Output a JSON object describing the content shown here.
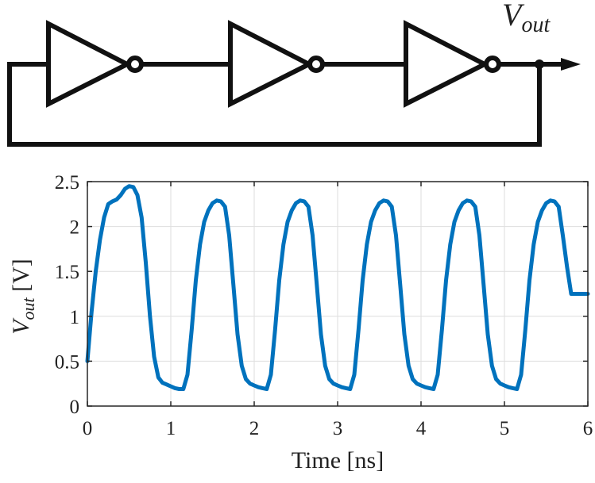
{
  "schematic": {
    "output_label": {
      "main": "V",
      "sub": "out"
    },
    "stages": [
      "inverter",
      "inverter",
      "inverter"
    ],
    "topology": "ring-oscillator"
  },
  "chart_data": {
    "type": "line",
    "title": "",
    "xlabel": "Time [ns]",
    "ylabel": {
      "main": "V",
      "sub": "out",
      "units": " [V]"
    },
    "xlim": [
      0,
      6
    ],
    "ylim": [
      0,
      2.5
    ],
    "xticks": [
      "0",
      "1",
      "2",
      "3",
      "4",
      "5",
      "6"
    ],
    "yticks": [
      "0",
      "0.5",
      "1",
      "1.5",
      "2",
      "2.5"
    ],
    "grid": true,
    "legend": "none",
    "series": [
      {
        "color": "#0072BD",
        "x": [
          0,
          0.05,
          0.1,
          0.15,
          0.2,
          0.25,
          0.3,
          0.35,
          0.4,
          0.45,
          0.5,
          0.55,
          0.6,
          0.65,
          0.7,
          0.75,
          0.8,
          0.85,
          0.9,
          0.95,
          1.0,
          1.05,
          1.1,
          1.15,
          1.2,
          1.25,
          1.3,
          1.35,
          1.4,
          1.45,
          1.5,
          1.55,
          1.6,
          1.65,
          1.7,
          1.75,
          1.8,
          1.85,
          1.9,
          1.95,
          2.0,
          2.05,
          2.1,
          2.15,
          2.2,
          2.25,
          2.3,
          2.35,
          2.4,
          2.45,
          2.5,
          2.55,
          2.6,
          2.65,
          2.7,
          2.75,
          2.8,
          2.85,
          2.9,
          2.95,
          3.0,
          3.05,
          3.1,
          3.15,
          3.2,
          3.25,
          3.3,
          3.35,
          3.4,
          3.45,
          3.5,
          3.55,
          3.6,
          3.65,
          3.7,
          3.75,
          3.8,
          3.85,
          3.9,
          3.95,
          4.0,
          4.05,
          4.1,
          4.15,
          4.2,
          4.25,
          4.3,
          4.35,
          4.4,
          4.45,
          4.5,
          4.55,
          4.6,
          4.65,
          4.7,
          4.75,
          4.8,
          4.85,
          4.9,
          4.95,
          5.0,
          5.05,
          5.1,
          5.15,
          5.2,
          5.25,
          5.3,
          5.35,
          5.4,
          5.45,
          5.5,
          5.55,
          5.6,
          5.65,
          5.7,
          5.75,
          5.8,
          5.85,
          5.9,
          5.95,
          6.0
        ],
        "y": [
          0.5,
          1.05,
          1.5,
          1.85,
          2.1,
          2.25,
          2.28,
          2.3,
          2.35,
          2.42,
          2.45,
          2.44,
          2.35,
          2.1,
          1.6,
          1.0,
          0.55,
          0.32,
          0.26,
          0.24,
          0.22,
          0.2,
          0.19,
          0.19,
          0.35,
          0.85,
          1.4,
          1.8,
          2.05,
          2.18,
          2.26,
          2.29,
          2.28,
          2.22,
          1.9,
          1.35,
          0.8,
          0.45,
          0.3,
          0.25,
          0.23,
          0.21,
          0.2,
          0.19,
          0.35,
          0.85,
          1.4,
          1.8,
          2.05,
          2.18,
          2.26,
          2.29,
          2.28,
          2.22,
          1.9,
          1.35,
          0.8,
          0.45,
          0.3,
          0.25,
          0.23,
          0.21,
          0.2,
          0.19,
          0.35,
          0.85,
          1.4,
          1.8,
          2.05,
          2.18,
          2.26,
          2.29,
          2.28,
          2.22,
          1.9,
          1.35,
          0.8,
          0.45,
          0.3,
          0.25,
          0.23,
          0.21,
          0.2,
          0.19,
          0.35,
          0.85,
          1.4,
          1.8,
          2.05,
          2.18,
          2.26,
          2.29,
          2.28,
          2.22,
          1.9,
          1.35,
          0.8,
          0.45,
          0.3,
          0.25,
          0.23,
          0.21,
          0.2,
          0.19,
          0.35,
          0.85,
          1.4,
          1.8,
          2.05,
          2.18,
          2.26,
          2.29,
          2.28,
          2.22,
          1.9,
          1.55,
          1.25,
          1.25,
          1.25,
          1.25,
          1.25
        ]
      }
    ]
  }
}
